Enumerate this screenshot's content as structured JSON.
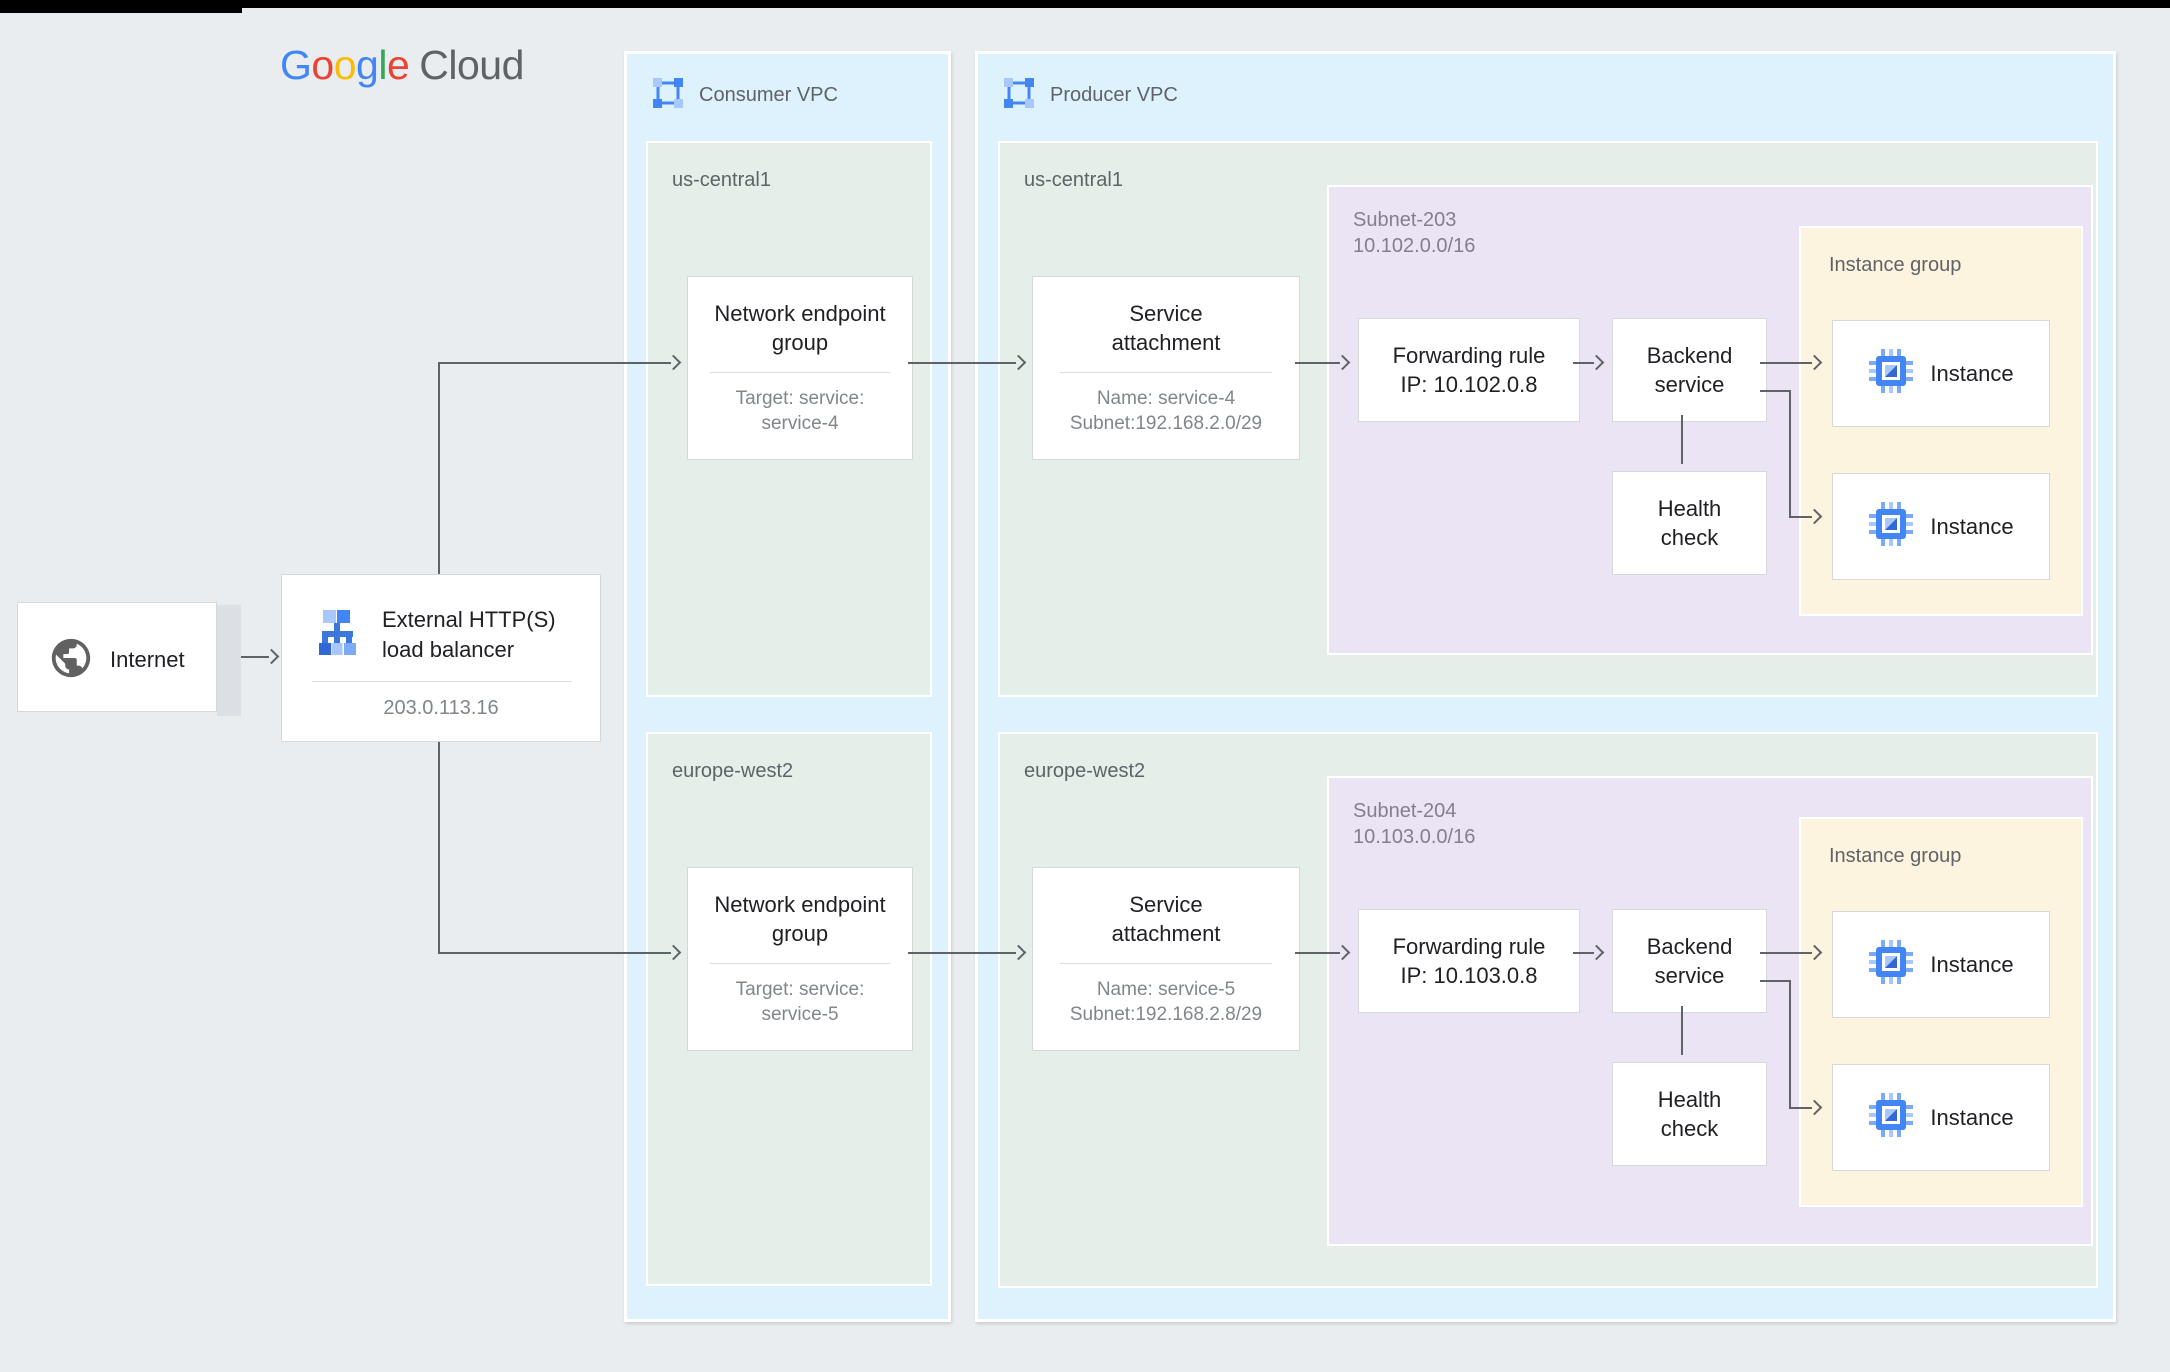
{
  "logo": {
    "brand_letters": [
      "G",
      "o",
      "o",
      "g",
      "l",
      "e"
    ],
    "suffix": "Cloud"
  },
  "internet": {
    "label": "Internet"
  },
  "load_balancer": {
    "title": "External HTTP(S) load balancer",
    "ip": "203.0.113.16"
  },
  "consumer_vpc": {
    "label": "Consumer VPC",
    "regions": [
      {
        "name": "us-central1",
        "neg": {
          "title": "Network endpoint group",
          "target_line1": "Target: service:",
          "target_line2": "service-4"
        }
      },
      {
        "name": "europe-west2",
        "neg": {
          "title": "Network endpoint group",
          "target_line1": "Target: service:",
          "target_line2": "service-5"
        }
      }
    ]
  },
  "producer_vpc": {
    "label": "Producer VPC",
    "regions": [
      {
        "name": "us-central1",
        "service_attachment": {
          "title": "Service attachment",
          "name_line": "Name: service-4",
          "subnet_line": "Subnet:192.168.2.0/29"
        },
        "subnet": {
          "name": "Subnet-203",
          "cidr": "10.102.0.0/16",
          "forwarding_rule": {
            "title": "Forwarding rule",
            "ip": "IP: 10.102.0.8"
          },
          "backend_service": "Backend service",
          "health_check": "Health check",
          "instance_group": {
            "label": "Instance group",
            "instances": [
              "Instance",
              "Instance"
            ]
          }
        }
      },
      {
        "name": "europe-west2",
        "service_attachment": {
          "title": "Service attachment",
          "name_line": "Name: service-5",
          "subnet_line": "Subnet:192.168.2.8/29"
        },
        "subnet": {
          "name": "Subnet-204",
          "cidr": "10.103.0.0/16",
          "forwarding_rule": {
            "title": "Forwarding rule",
            "ip": "IP: 10.103.0.8"
          },
          "backend_service": "Backend service",
          "health_check": "Health check",
          "instance_group": {
            "label": "Instance group",
            "instances": [
              "Instance",
              "Instance"
            ]
          }
        }
      }
    ]
  },
  "icons": {
    "internet": "globe-icon",
    "load_balancer": "load-balancer-icon",
    "vpc": "vpc-network-icon",
    "instance": "compute-engine-chip-icon"
  },
  "colors": {
    "canvas_bg": "#E9EDF0",
    "vpc_bg": "#DDF2FC",
    "region_bg": "#E3EFE8",
    "subnet_bg": "#EAE4F5",
    "instance_group_bg": "#FDF4DF",
    "node_border": "#D5D8DB",
    "connector": "#5F6368",
    "text_primary": "#202124",
    "text_secondary": "#80868B",
    "google_blue": "#4285F4",
    "google_red": "#EA4335",
    "google_yellow": "#FBBC04",
    "google_green": "#34A853"
  }
}
